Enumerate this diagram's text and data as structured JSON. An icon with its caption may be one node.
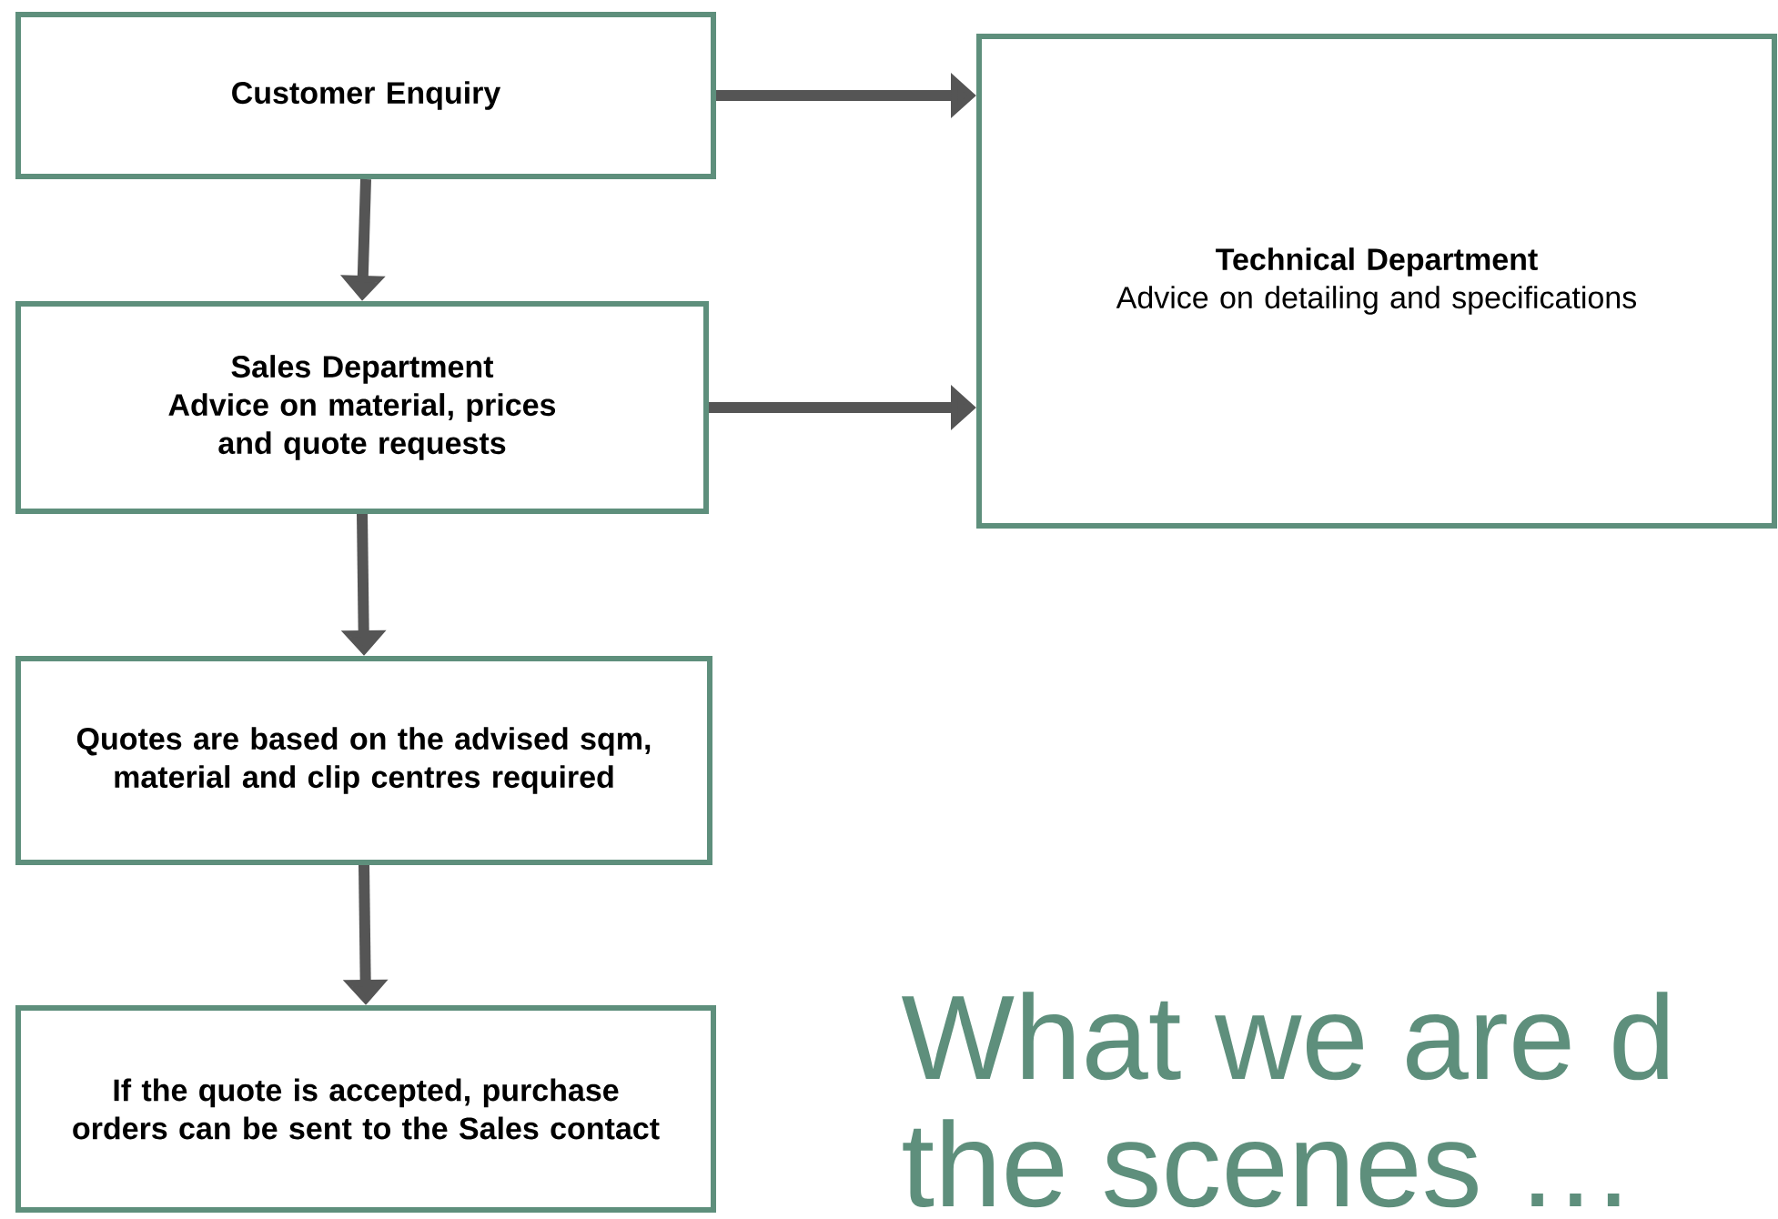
{
  "diagram": {
    "nodes": [
      {
        "text": [
          "Customer Enquiry"
        ]
      },
      {
        "text": [
          "Sales Department",
          "Advice on material, prices and quote requests"
        ]
      },
      {
        "text": [
          "Quotes are based on the advised sqm, material and clip centres required"
        ]
      },
      {
        "text": [
          "If the quote is accepted, purchase orders can be sent to the Sales contact"
        ]
      },
      {
        "text": [
          "Technical Department",
          "Advice on detailing and specifications"
        ]
      }
    ],
    "edges": [
      {
        "from": 0,
        "to": 4,
        "arrow": "to"
      },
      {
        "from": 0,
        "to": 1,
        "arrow": "to"
      },
      {
        "from": 1,
        "to": 4,
        "arrow": "to"
      },
      {
        "from": 1,
        "to": 2,
        "arrow": "to"
      },
      {
        "from": 2,
        "to": 3,
        "arrow": "to"
      }
    ],
    "labels": [
      "What we are d",
      "the scenes …"
    ]
  }
}
